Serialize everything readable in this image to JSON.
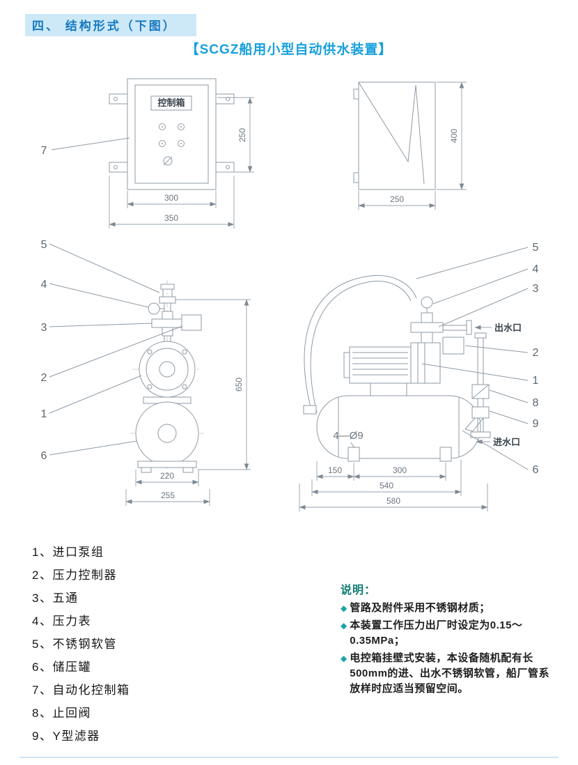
{
  "page": {
    "section_heading": "四、 结构形式（下图）",
    "title": "【SCGZ船用小型自动供水装置】"
  },
  "control_box_front": {
    "label": "控制箱",
    "callout": "7",
    "dim_height": "250",
    "dim_width_inner": "300",
    "dim_width_outer": "350"
  },
  "control_box_side": {
    "dim_height": "400",
    "dim_width": "250"
  },
  "pump_front": {
    "callout_hose": "5",
    "callout_gauge": "4",
    "callout_fiveway": "3",
    "callout_controller": "2",
    "callout_pump": "1",
    "callout_tank": "6",
    "dim_height": "650",
    "dim_width_inner": "220",
    "dim_width_outer": "255"
  },
  "pump_side": {
    "callout_hose": "5",
    "callout_gauge": "4",
    "callout_fiveway": "3",
    "callout_controller": "2",
    "callout_pump": "1",
    "callout_check_valve": "8",
    "callout_filter": "9",
    "callout_tank": "6",
    "outlet_label": "出水口",
    "inlet_label": "进水口",
    "holes_label": "4—Ø9",
    "dim_a": "150",
    "dim_b": "300",
    "dim_c": "540",
    "dim_d": "580"
  },
  "parts_list": {
    "items": [
      "1、进口泵组",
      "2、压力控制器",
      "3、五通",
      "4、压力表",
      "5、不锈钢软管",
      "6、储压罐",
      "7、自动化控制箱",
      "8、止回阀",
      "9、Y型滤器"
    ]
  },
  "notes": {
    "heading": "说明：",
    "bullet": "◆",
    "items": [
      "管路及附件采用不锈钢材质；",
      "本装置工作压力出厂时设定为0.15～0.35MPa；",
      "电控箱挂壁式安装，本设备随机配有长500mm的进、出水不锈钢软管，船厂管系放样时应适当预留空间。"
    ]
  }
}
